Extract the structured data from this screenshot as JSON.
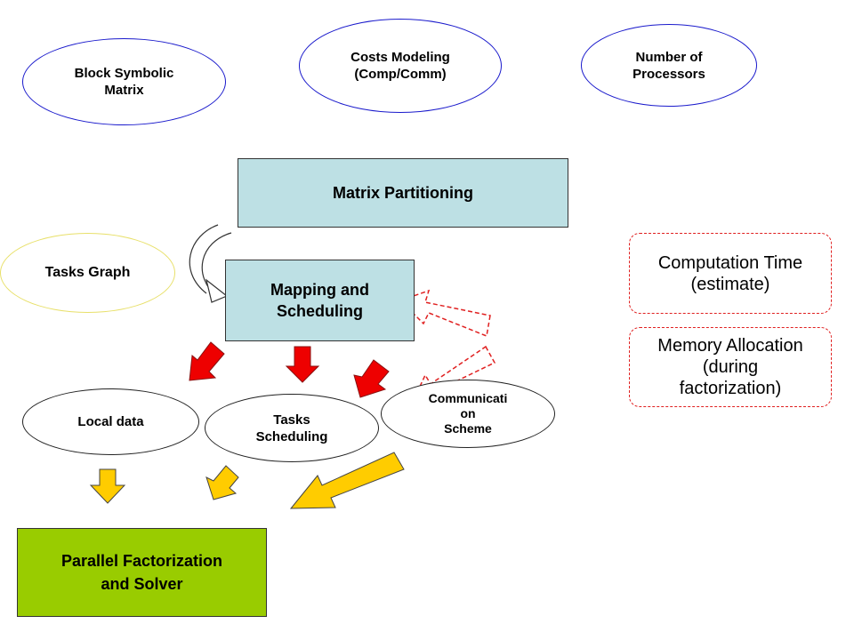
{
  "nodes": {
    "block_symbolic_matrix": "Block Symbolic\nMatrix",
    "costs_modeling": "Costs Modeling\n(Comp/Comm)",
    "number_of_processors": "Number of\nProcessors",
    "matrix_partitioning": "Matrix Partitioning",
    "tasks_graph": "Tasks Graph",
    "mapping_and_scheduling": "Mapping and\nScheduling",
    "local_data": "Local data",
    "tasks_scheduling": "Tasks\nScheduling",
    "communication_scheme": "Communicati\non\nScheme",
    "parallel_factorization": "Parallel Factorization\nand Solver"
  },
  "notes": {
    "computation_time": "Computation Time\n(estimate)",
    "memory_allocation": "Memory Allocation\n(during\nfactorization)"
  },
  "colors": {
    "ellipse_blue_border": "#1a1acc",
    "partition_box_fill": "#bde0e4",
    "solver_box_fill": "#99cc00",
    "red_arrow": "#ee0000",
    "yellow_arrow": "#ffcc00",
    "dashed_red": "#e02020"
  }
}
